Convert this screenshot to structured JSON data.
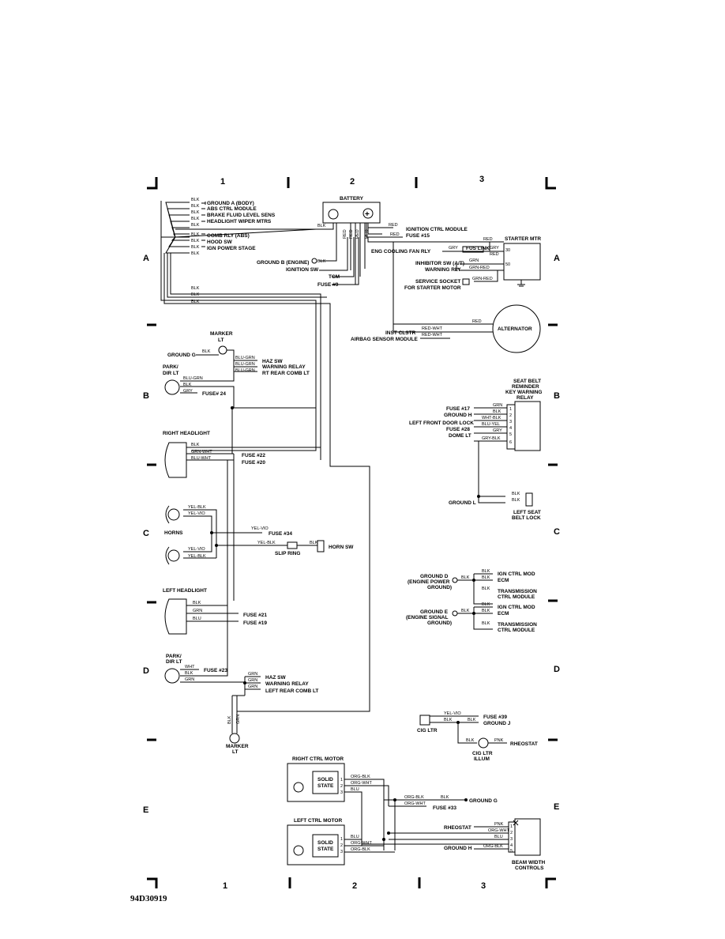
{
  "diagram_id": "94D30919",
  "grid": {
    "cols": [
      "1",
      "2",
      "3"
    ],
    "rows": [
      "A",
      "B",
      "C",
      "D",
      "E"
    ]
  },
  "ground_a": {
    "wires": [
      "BLK",
      "BLK",
      "BLK",
      "BLK",
      "BLK",
      "BLK",
      "BLK",
      "BLK",
      "BLK"
    ],
    "labels": [
      "GROUND A (BODY)",
      "ABS CTRL MODULE",
      "BRAKE FLUID LEVEL SENS",
      "HEADLIGHT WIPER MTRS",
      "COMB RLY (ABS)",
      "HOOD SW",
      "IGN POWER STAGE"
    ]
  },
  "battery": {
    "title": "BATTERY",
    "wire_top": "BLK",
    "pos_wires": [
      "RED",
      "RED",
      "RED",
      "RED",
      "RED",
      "RED"
    ],
    "ign_ctrl": "IGNITION CTRL MODULE",
    "fuse15": "FUSE #15",
    "ground_b": "GROUND B (ENGINE)",
    "ignition_sw": "IGNITION SW",
    "tcm": "TCM",
    "fuse9": "FUSE #9"
  },
  "starter": {
    "title": "STARTER MTR",
    "fan_rly": "ENG COOLING FAN RLY",
    "gry": "GRY",
    "fus_link": "FUS LINK",
    "red": "RED",
    "gry2": "GRY",
    "red2": "RED",
    "pin30": "30",
    "pin50": "50",
    "inhibitor": "INHIBITOR SW (A/T)",
    "warning": "WARNING RLY",
    "grn": "GRN",
    "grn_red": "GRN-RED",
    "socket1": "SERVICE SOCKET",
    "socket2": "FOR STARTER MOTOR",
    "grn_red2": "GRN-RED"
  },
  "alternator": {
    "title": "ALTERNATOR",
    "red": "RED",
    "red_wht": "RED-WHT",
    "red_wht2": "RED-WHT",
    "inst": "INST CLSTR",
    "airbag": "AIRBAG SENSOR MODULE"
  },
  "ground_wires": [
    "BLK",
    "BLK",
    "BLK"
  ],
  "marker_top": {
    "title1": "MARKER",
    "title2": "LT",
    "ground_g": "GROUND G",
    "blk": "BLK",
    "blu_grn": "BLU-GRN",
    "haz": "HAZ SW",
    "warn": "WARNING RELAY",
    "rt_rear": "RT REAR COMB LT"
  },
  "park_top": {
    "title1": "PARK/",
    "title2": "DIR LT",
    "blu_grn": "BLU-GRN",
    "blk": "BLK",
    "gry": "GRY",
    "fuse24": "FUSE# 24"
  },
  "right_headlight": {
    "title": "RIGHT HEADLIGHT",
    "blk": "BLK",
    "grn_wht": "GRN-WHT",
    "blu_wht": "BLU-WHT",
    "fuse22": "FUSE #22",
    "fuse20": "FUSE #20"
  },
  "seat_belt": {
    "title": [
      "SEAT BELT",
      "REMINDER",
      "KEY WARNING",
      "RELAY"
    ],
    "labels": [
      "FUSE #17",
      "GROUND H",
      "LEFT FRONT DOOR LOCK",
      "FUSE #28",
      "DOME LT"
    ],
    "wires": [
      "GRN",
      "BLK",
      "WHT-BLK",
      "BLU-YEL",
      "GRY",
      "GRY-BLK"
    ],
    "pins": [
      "1",
      "2",
      "3",
      "4",
      "5",
      "6"
    ],
    "ground_l": "GROUND L",
    "blk1": "BLK",
    "blk2": "BLK",
    "lock1": "LEFT SEAT",
    "lock2": "BELT LOCK"
  },
  "horns": {
    "title": "HORNS",
    "yel_blk": "YEL-BLK",
    "yel_vio": "YEL-VIO",
    "yel_vio2": "YEL-VIO",
    "fuse34": "FUSE #34",
    "yel_blk2": "YEL-BLK",
    "slip": "SLIP RING",
    "blk": "BLK",
    "horn_sw": "HORN SW",
    "yel_vio3": "YEL-VIO",
    "yel_blk3": "YEL-BLK"
  },
  "ground_d": {
    "title": [
      "GROUND D",
      "(ENGINE POWER",
      "GROUND)"
    ],
    "blk": "BLK",
    "blk1": "BLK",
    "blk2": "BLK",
    "blk3": "BLK",
    "ign": "IGN CTRL MOD",
    "ecm": "ECM",
    "trans1": "TRANSMISSION",
    "trans2": "CTRL MODULE"
  },
  "ground_e": {
    "title": [
      "GROUND E",
      "(ENGINE SIGNAL",
      "GROUND)"
    ],
    "blk": "BLK",
    "blk1": "BLK",
    "blk2": "BLK",
    "blk3": "BLK",
    "ign": "IGN CTRL MOD",
    "ecm": "ECM",
    "trans1": "TRANSMISSION",
    "trans2": "CTRL MODULE"
  },
  "left_headlight": {
    "title": "LEFT HEADLIGHT",
    "blk": "BLK",
    "grn": "GRN",
    "blu": "BLU",
    "fuse21": "FUSE #21",
    "fuse19": "FUSE #19"
  },
  "park_bottom": {
    "title1": "PARK/",
    "title2": "DIR LT",
    "wht": "WHT",
    "blk": "BLK",
    "grn": "GRN",
    "fuse23": "FUSE #23"
  },
  "haz_bottom": {
    "grn1": "GRN",
    "grn2": "GRN",
    "grn3": "GRN",
    "haz": "HAZ SW",
    "warn": "WARNING RELAY",
    "left_rear": "LEFT REAR COMB LT"
  },
  "marker_bottom": {
    "blk": "BLK",
    "grn": "GRN",
    "title1": "MARKER",
    "title2": "LT"
  },
  "cig": {
    "yel_vio": "YEL-VIO",
    "blk": "BLK",
    "blk2": "BLK",
    "fuse39": "FUSE #39",
    "ground_j": "GROUND J",
    "ltr": "CIG LTR",
    "blk3": "BLK",
    "pnk": "PNK",
    "rheostat": "RHEOSTAT",
    "illum1": "CIG LTR",
    "illum2": "ILLUM"
  },
  "right_motor": {
    "title": "RIGHT CTRL MOTOR",
    "state1": "SOLID",
    "state2": "STATE",
    "pins": [
      "1",
      "2",
      "3"
    ],
    "wires": [
      "ORG-BLK",
      "ORG-WHT",
      "BLU"
    ]
  },
  "left_motor": {
    "title": "LEFT CTRL MOTOR",
    "state1": "SOLID",
    "state2": "STATE",
    "pins": [
      "1",
      "2",
      "3"
    ],
    "wires": [
      "BLU",
      "ORG-WHT",
      "ORG-BLK"
    ]
  },
  "motor_links": {
    "org_blk": "ORG-BLK",
    "blk": "BLK",
    "ground_g": "GROUND G",
    "org_wht": "ORG-WHT",
    "fuse33": "FUSE #33"
  },
  "beam": {
    "pins": [
      "1",
      "2",
      "3",
      "4",
      "5"
    ],
    "wires": [
      "PNK",
      "ORG-WHT",
      "BLU",
      "ORG-BLK"
    ],
    "rheostat": "RHEOSTAT",
    "ground_h": "GROUND H",
    "title1": "BEAM WIDTH",
    "title2": "CONTROLS"
  }
}
